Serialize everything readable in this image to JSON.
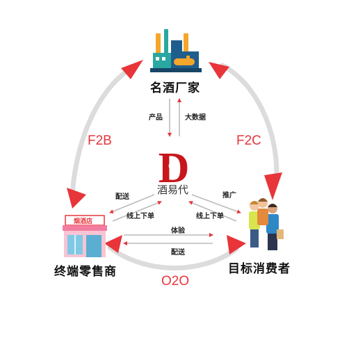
{
  "nodes": {
    "factory": "名酒厂家",
    "store": "终端零售商",
    "consumer": "目标消费者",
    "store_sign": "烟酒店"
  },
  "edges": {
    "f2b": "F2B",
    "f2c": "F2C",
    "o2o": "O2O"
  },
  "flows": {
    "product": "产品",
    "big_data": "大数据",
    "delivery_left": "配送",
    "online_order_left": "线上下单",
    "promotion": "推广",
    "online_order_right": "线上下单",
    "experience": "体验",
    "delivery_bottom": "配送"
  },
  "logo": {
    "letter_big": "D",
    "letter_small": "e",
    "brand": "酒易代"
  },
  "colors": {
    "arrow_red": "#e8353a",
    "ring_gray": "#dcdcdc",
    "logo_red": "#c8161d",
    "factory_blue": "#1f5e8c",
    "factory_teal": "#2aa7a1",
    "factory_orange": "#f4a62a",
    "store_pink": "#f27da0",
    "store_glass": "#7fc9e6"
  }
}
